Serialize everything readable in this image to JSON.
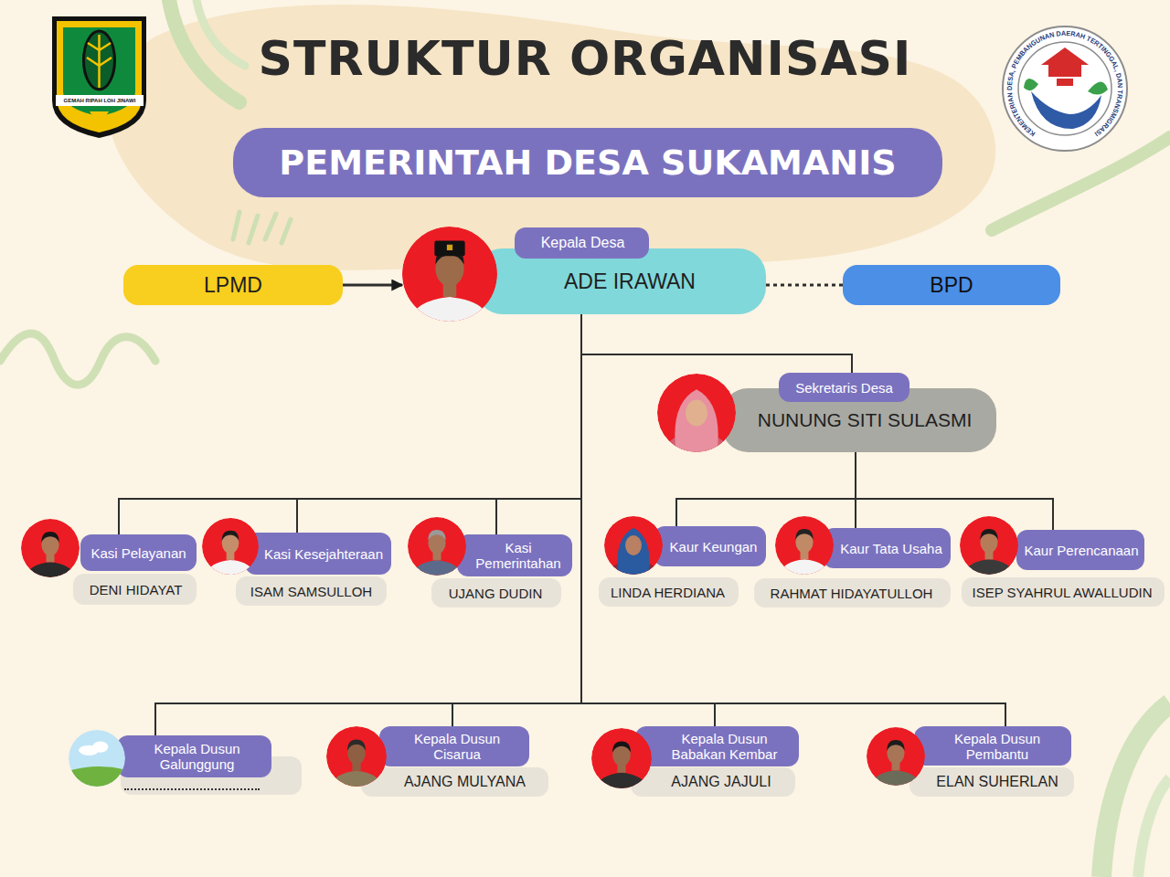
{
  "diagram": {
    "title": "STRUKTUR ORGANISASI",
    "nodes": [
      {
        "text": [
          "PEMERINTAH DESA SUKAMANIS"
        ]
      },
      {
        "text": [
          "LPMD"
        ]
      },
      {
        "text": [
          "Kepala Desa",
          "ADE IRAWAN"
        ]
      },
      {
        "text": [
          "BPD"
        ]
      },
      {
        "text": [
          "Sekretaris Desa",
          "NUNUNG SITI SULASMI"
        ]
      },
      {
        "text": [
          "Kasi Pelayanan",
          "DENI HIDAYAT"
        ]
      },
      {
        "text": [
          "Kasi Kesejahteraan",
          "ISAM SAMSULLOH"
        ]
      },
      {
        "text": [
          "Kasi Pemerintahan",
          "UJANG DUDIN"
        ]
      },
      {
        "text": [
          "Kaur Keungan",
          "LINDA HERDIANA"
        ]
      },
      {
        "text": [
          "Kaur Tata Usaha",
          "RAHMAT HIDAYATULLOH"
        ]
      },
      {
        "text": [
          "Kaur Perencanaan",
          "ISEP SYAHRUL AWALLUDIN"
        ]
      },
      {
        "text": [
          "Kepala Dusun Galunggung"
        ]
      },
      {
        "text": [
          "Kepala Dusun Cisarua",
          "AJANG MULYANA"
        ]
      },
      {
        "text": [
          "Kepala Dusun Babakan Kembar",
          "AJANG JAJULI"
        ]
      },
      {
        "text": [
          "Kepala Dusun Pembantu",
          "ELAN SUHERLAN"
        ]
      }
    ],
    "edges": [
      {
        "from": 1,
        "to": 2,
        "arrow": "to"
      },
      {
        "from": 2,
        "to": 3,
        "arrow": "none"
      },
      {
        "from": 2,
        "to": 4,
        "arrow": "none"
      },
      {
        "from": 2,
        "to": 5,
        "arrow": "none"
      },
      {
        "from": 2,
        "to": 6,
        "arrow": "none"
      },
      {
        "from": 2,
        "to": 7,
        "arrow": "none"
      },
      {
        "from": 4,
        "to": 8,
        "arrow": "none"
      },
      {
        "from": 4,
        "to": 9,
        "arrow": "none"
      },
      {
        "from": 4,
        "to": 10,
        "arrow": "none"
      },
      {
        "from": 2,
        "to": 11,
        "arrow": "none"
      },
      {
        "from": 2,
        "to": 12,
        "arrow": "none"
      },
      {
        "from": 2,
        "to": 13,
        "arrow": "none"
      },
      {
        "from": 2,
        "to": 14,
        "arrow": "none"
      }
    ],
    "labels": [
      "GEMAH RIPAH LOH JINAWI",
      "KEMENTERIAN DESA, PEMBANGUNAN DAERAH TERTINGGAL, DAN TRANSMIGRASI"
    ]
  }
}
